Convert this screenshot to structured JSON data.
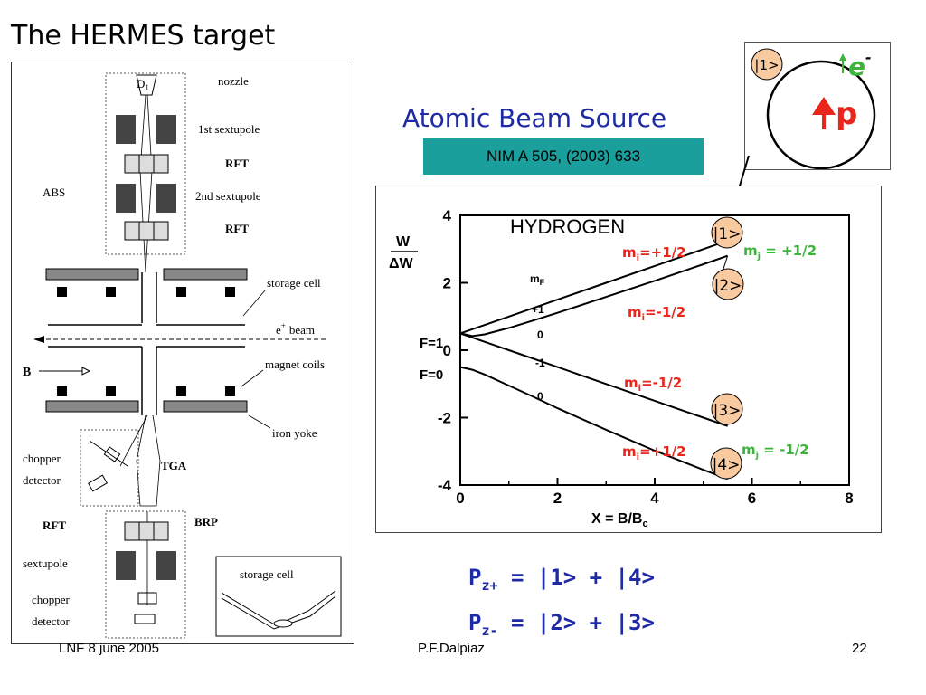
{
  "slide": {
    "title": "The HERMES target",
    "subtitle": "Atomic Beam Source",
    "reference": "NIM A 505, (2003)  633"
  },
  "target_diagram": {
    "labels": {
      "d1": "D",
      "d1_sub": "1",
      "nozzle": "nozzle",
      "sextupole1": "1st sextupole",
      "rft1": "RFT",
      "abs": "ABS",
      "sextupole2": "2nd sextupole",
      "rft2": "RFT",
      "storage_cell": "storage cell",
      "beam": "beam",
      "beam_e": "e",
      "beam_plus": "+",
      "b_field": "B",
      "magnet_coils": "magnet coils",
      "iron_yoke": "iron yoke",
      "chopper_detector_1": "chopper",
      "chopper_detector_2": "detector",
      "tga": "TGA",
      "rft3": "RFT",
      "brp": "BRP",
      "sextupole3": "sextupole",
      "chopper_detector_3": "chopper",
      "chopper_detector_4": "detector",
      "inset_storage_cell": "storage cell"
    }
  },
  "inset": {
    "state": "|1>",
    "electron": "e",
    "electron_sup": "-",
    "proton": "p"
  },
  "chart_data": {
    "type": "line",
    "title": "HYDROGEN",
    "xlabel": "X = B/B",
    "xlabel_sub": "c",
    "ylabel_num": "W",
    "ylabel_den": "ΔW",
    "xlim": [
      0,
      8
    ],
    "ylim": [
      -4,
      4
    ],
    "x_ticks": [
      "0",
      "2",
      "4",
      "6",
      "8"
    ],
    "y_ticks": [
      "4",
      "2",
      "0",
      "-2",
      "-4"
    ],
    "level_labels": {
      "f1": "F=1",
      "f0": "F=0",
      "mf": "m",
      "mf_sub": "F",
      "mf_plus": "+1",
      "mf_zero_upper": "0",
      "mf_minus": "-1",
      "mf_zero_lower": "0"
    },
    "series": [
      {
        "x": [
          0,
          1,
          2,
          3,
          4,
          5,
          5.5
        ],
        "y": [
          0.5,
          1.0,
          1.5,
          2.0,
          2.5,
          3.0,
          3.25
        ]
      },
      {
        "x": [
          0,
          0.25,
          0.5,
          1,
          1.5,
          2,
          3,
          4,
          5,
          5.5
        ],
        "y": [
          0.5,
          0.42,
          0.47,
          0.66,
          0.88,
          1.11,
          1.58,
          2.06,
          2.55,
          2.8
        ]
      },
      {
        "x": [
          0,
          1,
          2,
          3,
          4,
          5,
          5.5
        ],
        "y": [
          0.5,
          0.0,
          -0.5,
          -1.0,
          -1.5,
          -2.0,
          -2.25
        ]
      },
      {
        "x": [
          0,
          0.25,
          0.5,
          1,
          1.5,
          2,
          3,
          4,
          5,
          5.5
        ],
        "y": [
          -0.5,
          -0.58,
          -0.72,
          -1.05,
          -1.38,
          -1.72,
          -2.36,
          -2.98,
          -3.55,
          -3.82
        ]
      }
    ],
    "annotations": {
      "state1": "|1>",
      "state2": "|2>",
      "state3": "|3>",
      "state4": "|4>",
      "mi_plus": "=+1/2",
      "mi_minus": "=-1/2",
      "mi_m": "m",
      "mi_sub": "i",
      "mj_m": "m",
      "mj_sub": "j",
      "mj_plus": " =  +1/2",
      "mj_minus": " =  -1/2"
    }
  },
  "polarization": {
    "p": "P",
    "line1_sub": "z+",
    "line1_rhs": " = |1> + |4>",
    "line2_sub": "z-",
    "line2_rhs": " = |2> + |3>"
  },
  "footer": {
    "left": "LNF   8 june 2005",
    "center": "P.F.Dalpiaz",
    "page": "22"
  },
  "colors": {
    "title_blue": "#1f2aa6",
    "ref_teal": "#1a9f9c",
    "mi_red": "#e8261c",
    "mj_green": "#3db53d",
    "state_fill": "#f9c9a0"
  }
}
